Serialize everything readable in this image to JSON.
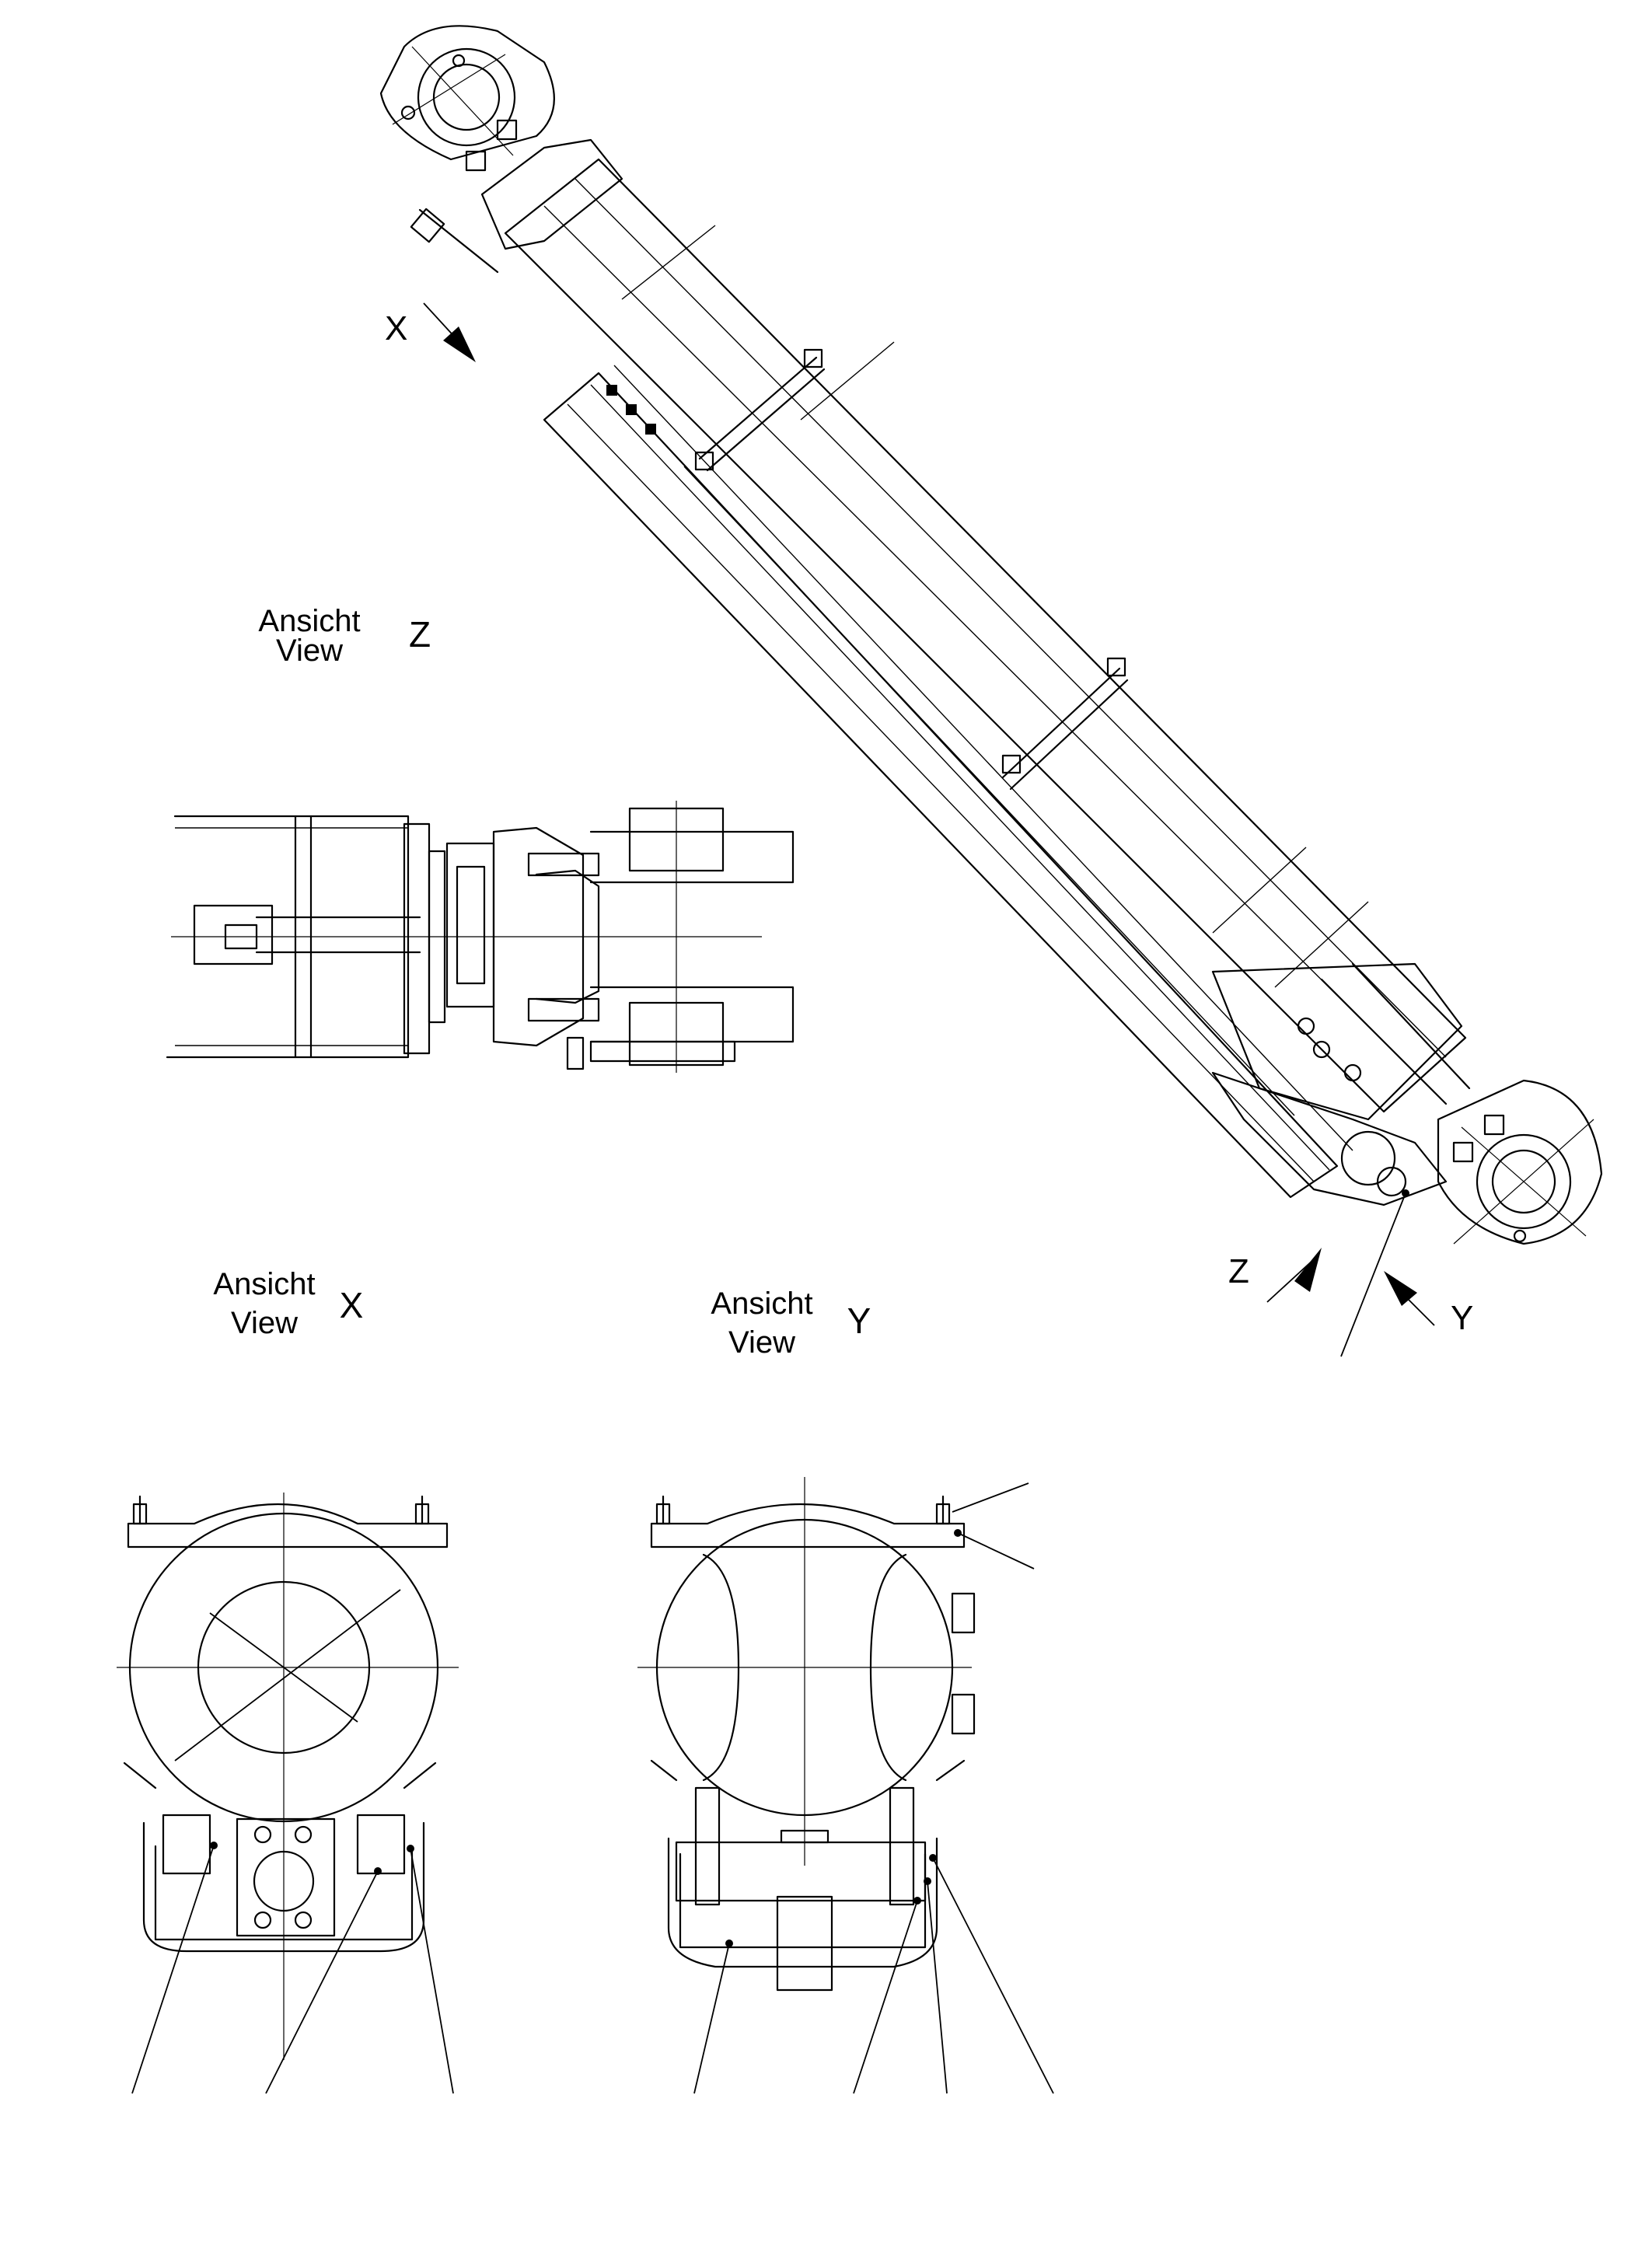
{
  "views": {
    "main": {
      "arrow_x": "X",
      "arrow_y": "Y",
      "arrow_z": "Z"
    },
    "view_z": {
      "line1": "Ansicht",
      "line2": "View",
      "letter": "Z"
    },
    "view_x": {
      "line1": "Ansicht",
      "line2": "View",
      "letter": "X"
    },
    "view_y": {
      "line1": "Ansicht",
      "line2": "View",
      "letter": "Y"
    }
  },
  "colors": {
    "line": "#000000",
    "paper": "#ffffff"
  },
  "icons": [
    "view-direction-arrow-icon",
    "callout-dot-icon"
  ]
}
